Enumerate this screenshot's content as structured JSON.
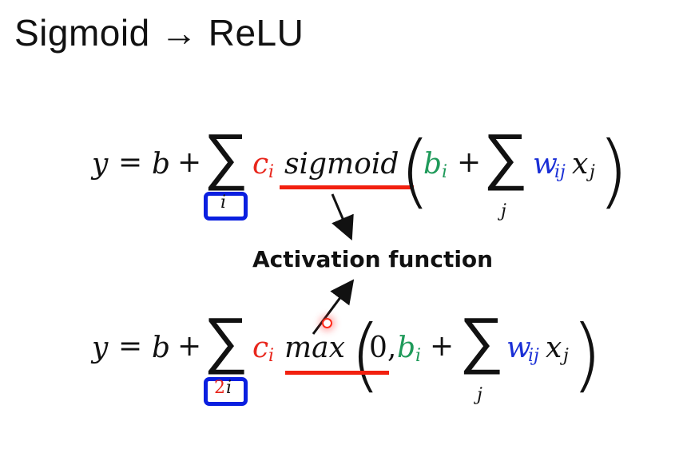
{
  "slide": {
    "title": "Sigmoid → ReLU",
    "annotation_label": "Activation function",
    "colors": {
      "c_coefficient": "#e8261c",
      "b_bias": "#1f9a5a",
      "w_weight": "#1a2fd6",
      "highlight_box": "#0a1fe0",
      "underline": "#f2200f"
    },
    "equation_sigmoid": {
      "lhs": "y",
      "eq": "=",
      "b": "b",
      "plus": "+",
      "sum_symbol": "∑",
      "sum_index": "i",
      "c": "c",
      "c_sub": "i",
      "func": "sigmoid",
      "open_paren": "(",
      "bi": "b",
      "bi_sub": "i",
      "plus2": "+",
      "sum2_symbol": "∑",
      "sum2_index": "j",
      "w": "w",
      "w_sub": "ij",
      "x": "x",
      "x_sub": "j",
      "close_paren": ")"
    },
    "equation_relu": {
      "lhs": "y",
      "eq": "=",
      "b": "b",
      "plus": "+",
      "sum_symbol": "∑",
      "sum_index_prefix": "2",
      "sum_index": "i",
      "c": "c",
      "c_sub": "i",
      "func": "max",
      "open_paren": "(",
      "zero": "0,",
      "bi": "b",
      "bi_sub": "i",
      "plus2": "+",
      "sum2_symbol": "∑",
      "sum2_index": "j",
      "w": "w",
      "w_sub": "ij",
      "x": "x",
      "x_sub": "j",
      "close_paren": ")"
    }
  }
}
